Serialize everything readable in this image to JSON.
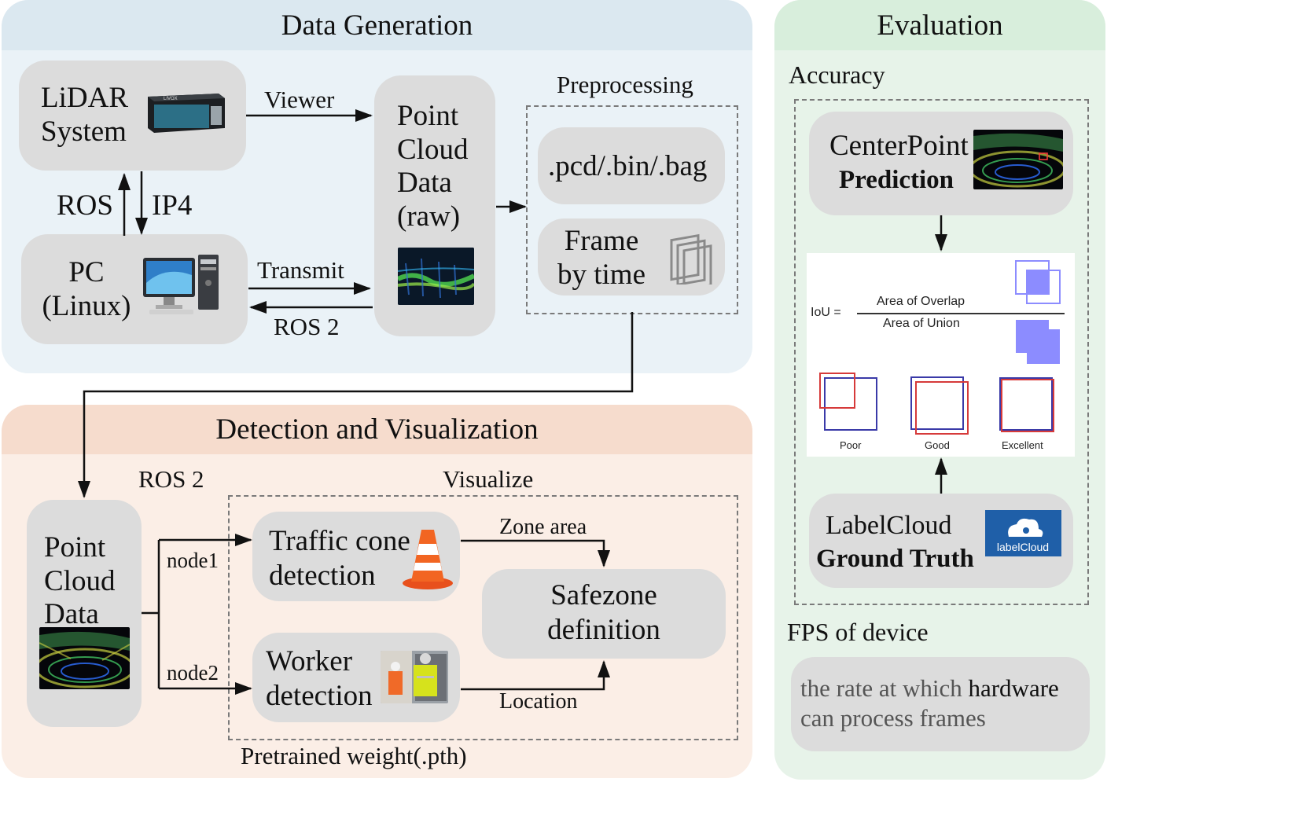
{
  "data_generation": {
    "title": "Data Generation",
    "lidar_label": "LiDAR\nSystem",
    "lidar_brand": "LIVOX",
    "pc_label": "PC\n(Linux)",
    "point_cloud_raw_label": "Point\nCloud\nData\n(raw)",
    "viewer_label": "Viewer",
    "ros_label": "ROS",
    "ip4_label": "IP4",
    "transmit_label": "Transmit",
    "ros2_label": "ROS 2",
    "preprocessing_label": "Preprocessing",
    "formats_label": ".pcd/.bin/.bag",
    "frame_by_time_label": "Frame\nby time"
  },
  "detection": {
    "title": "Detection and Visualization",
    "ros2_label": "ROS 2",
    "visualize_label": "Visualize",
    "point_cloud_label": "Point\nCloud\nData",
    "node1_label": "node1",
    "node2_label": "node2",
    "cone_label": "Traffic cone\ndetection",
    "worker_label": "Worker\ndetection",
    "zone_area_label": "Zone area",
    "location_label": "Location",
    "safezone_label": "Safezone\ndefinition",
    "pretrained_label": "Pretrained weight(.pth)"
  },
  "evaluation": {
    "title": "Evaluation",
    "accuracy_label": "Accuracy",
    "centerpoint_label": "CenterPoint",
    "prediction_label": "Prediction",
    "iou_label": "IoU  =",
    "overlap_label": "Area of Overlap",
    "union_label": "Area of Union",
    "poor_label": "Poor",
    "good_label": "Good",
    "excellent_label": "Excellent",
    "labelcloud_label": "LabelCloud",
    "ground_truth_label": "Ground Truth",
    "labelcloud_logo_text": "labelCloud",
    "fps_label": "FPS of device",
    "fps_desc_plain_1": "the rate at which ",
    "fps_desc_bold": "hardware",
    "fps_desc_plain_2": "can process frames"
  },
  "colors": {
    "data_generation_bg": "#eaf2f7",
    "data_generation_head": "#dbe8f0",
    "detection_bg": "#fbeee6",
    "detection_head": "#f6dccd",
    "evaluation_bg": "#e7f3e9",
    "evaluation_head": "#d8eedc",
    "box_gray": "#dcdcdc",
    "arrow": "#111111",
    "pred_box": "#3a3aa8",
    "gt_box": "#d63a3a",
    "iou_fill": "#8c8cff"
  }
}
